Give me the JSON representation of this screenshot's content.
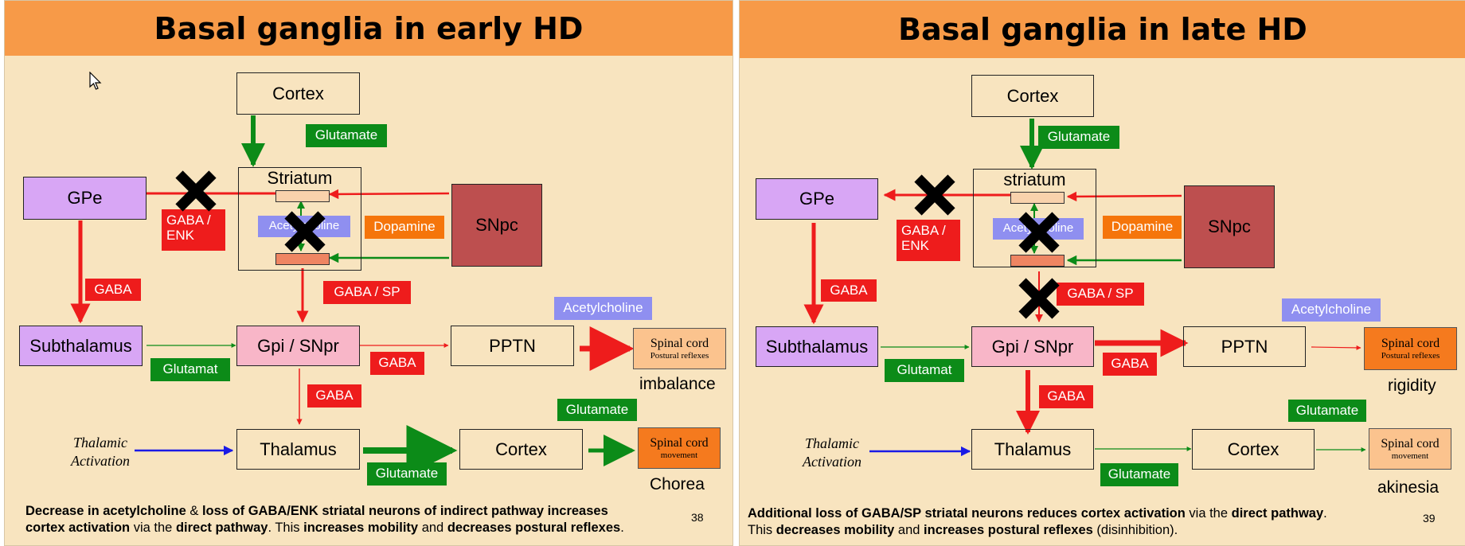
{
  "slides": [
    {
      "title": "Basal ganglia in early HD",
      "cortex_top": "Cortex",
      "striatum": "Striatum",
      "gpe": "GPe",
      "snpc": "SNpc",
      "subthalamus": "Subthalamus",
      "gpi": "Gpi / SNpr",
      "pptn": "PPTN",
      "thalamus": "Thalamus",
      "cortex_bottom": "Cortex",
      "tags": {
        "glutamate_top": "Glutamate",
        "gaba_enk_1": "GABA /",
        "gaba_enk_2": "ENK",
        "acetylcholine_inside": "Acetylcholine",
        "dopamine": "Dopamine",
        "gaba_left": "GABA",
        "gaba_sp": "GABA / SP",
        "acetylcholine_right": "Acetylcholine",
        "glutamat": "Glutamat",
        "gaba_pptn": "GABA",
        "gaba_thal": "GABA",
        "glutamate_right": "Glutamate",
        "glutamate_bottom": "Glutamate"
      },
      "thalamic_1": "Thalamic",
      "thalamic_2": "Activation",
      "cord_top_1": "Spinal cord",
      "cord_top_2": "Postural reflexes",
      "cord_bottom_1": "Spinal cord",
      "cord_bottom_2": "movement",
      "outcome_top": "imbalance",
      "outcome_bottom": "Chorea",
      "caption_parts": {
        "p1": "Decrease in acetylcholine",
        "p2": " & ",
        "p3": "loss of GABA/ENK striatal neurons of indirect pathway increases",
        "p4": "cortex activation",
        "p5": " via the ",
        "p6": "direct pathway",
        "p7": ".  This ",
        "p8": "increases mobility",
        "p9": " and ",
        "p10": "decreases postural reflexes",
        "p11": "."
      },
      "page_number": "38"
    },
    {
      "title": "Basal ganglia in late HD",
      "cortex_top": "Cortex",
      "striatum": "striatum",
      "gpe": "GPe",
      "snpc": "SNpc",
      "subthalamus": "Subthalamus",
      "gpi": "Gpi / SNpr",
      "pptn": "PPTN",
      "thalamus": "Thalamus",
      "cortex_bottom": "Cortex",
      "tags": {
        "glutamate_top": "Glutamate",
        "gaba_enk_1": "GABA /",
        "gaba_enk_2": "ENK",
        "acetylcholine_inside": "Acetylcholine",
        "dopamine": "Dopamine",
        "gaba_left": "GABA",
        "gaba_sp": "GABA / SP",
        "acetylcholine_right": "Acetylcholine",
        "glutamat": "Glutamat",
        "gaba_pptn": "GABA",
        "gaba_thal": "GABA",
        "glutamate_right": "Glutamate",
        "glutamate_bottom": "Glutamate"
      },
      "thalamic_1": "Thalamic",
      "thalamic_2": "Activation",
      "cord_top_1": "Spinal cord",
      "cord_top_2": "Postural reflexes",
      "cord_bottom_1": "Spinal cord",
      "cord_bottom_2": "movement",
      "outcome_top": "rigidity",
      "outcome_bottom": "akinesia",
      "caption_parts": {
        "p1": "Additional loss of GABA/SP striatal neurons reduces cortex activation",
        "p2": " via the ",
        "p3": "direct pathway",
        "p4": ".",
        "p5": "This ",
        "p6": "decreases mobility",
        "p7": " and ",
        "p8": "increases postural reflexes",
        "p9": " (disinhibition)."
      },
      "page_number": "39"
    }
  ],
  "colors": {
    "slide_bg": "#f8e4bf",
    "header": "#f79a48",
    "red": "#ee1c1c",
    "green": "#0c8b18",
    "blue": "#1a1ae6",
    "orange": "#f5750b",
    "lavender": "#8f8ff0",
    "gpe_fill": "#d8a6f5",
    "snpc_fill": "#bd4f4f",
    "gpi_fill": "#f8b6c8",
    "cord_light": "#fbc38e",
    "cord_dark": "#f57a1e"
  },
  "icons": [
    "x-mark-icon",
    "cursor-icon"
  ]
}
